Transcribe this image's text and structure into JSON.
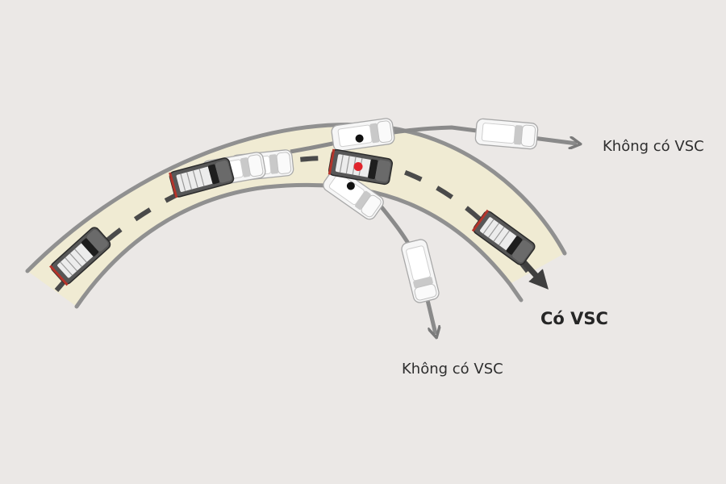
{
  "labels": {
    "without_vsc_top": "Không có VSC",
    "with_vsc": "Có VSC",
    "without_vsc_bottom": "Không có VSC"
  },
  "colors": {
    "background": "#ebe8e6",
    "road": "#f0ebd3",
    "road_edge": "#909090",
    "dash": "#4a4a4a",
    "path_line": "#8a8a8a",
    "vsc_arrow": "#3f3f3f",
    "no_vsc_arrow": "#7a7a7a",
    "car_dark": "#5c5c5c",
    "car_light": "#f6f6f6",
    "marker_red": "#e0242c",
    "marker_black": "#111111"
  },
  "icons": {
    "car": "car-icon",
    "arrow": "arrow-head-icon"
  }
}
